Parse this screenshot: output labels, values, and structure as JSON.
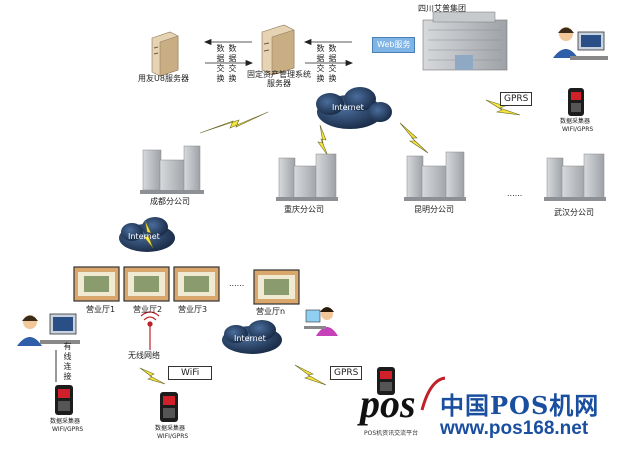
{
  "hq": {
    "name": "四川艾普集团",
    "web_service": "Web服务"
  },
  "servers": {
    "ufida": "用友U8服务器",
    "asset_line1": "固定资产管理系统",
    "asset_line2": "服务器"
  },
  "exchange_labels": {
    "left_top": "数据交换",
    "left_bottom": "数据交换",
    "right_top": "数据交换",
    "right_bottom": "数据交换"
  },
  "networks": {
    "internet_top": "Internet",
    "internet_mid": "Internet",
    "internet_bottom": "Internet",
    "gprs_top": "GPRS",
    "gprs_bottom": "GPRS",
    "wifi": "WiFi",
    "wireless": "无线网络"
  },
  "branches": [
    "成都分公司",
    "重庆分公司",
    "昆明分公司",
    "武汉分公司"
  ],
  "ellipsis": "......",
  "halls": [
    "营业厅1",
    "营业厅2",
    "营业厅3",
    "营业厅n"
  ],
  "hall_ellipsis": "......",
  "wired": "有线连接",
  "terminals": {
    "top": "数据采集器",
    "top_sub": "WIFI/GPRS",
    "left": "数据采集器",
    "left_sub": "WIFI/GPRS",
    "mid": "数据采集器",
    "mid_sub": "WIFI/GPRS"
  },
  "watermark": {
    "logo": "pos",
    "title": "中国POS机网",
    "sub": "POS机资讯交流平台",
    "url": "www.pos168.net"
  },
  "colors": {
    "cloud": "#1f3a63",
    "building": "#b9bcc0",
    "server": "#e0c9a6",
    "hall": "#d9a66b",
    "watermark": "#1a4fa0",
    "lightning": "#f6e33b"
  }
}
